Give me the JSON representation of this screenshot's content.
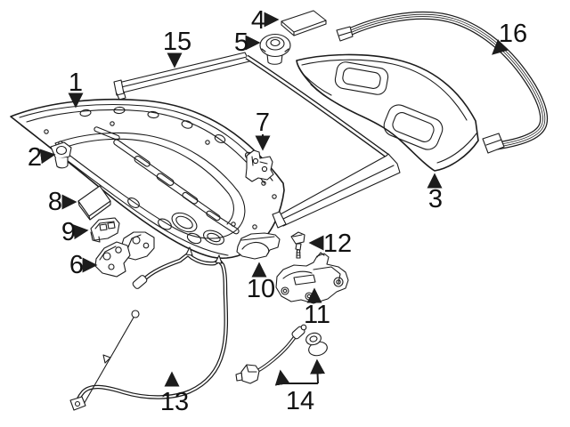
{
  "diagram": {
    "type": "exploded-parts-diagram",
    "subject": "vehicle trunk lid and components line drawing",
    "colors": {
      "background": "#ffffff",
      "line": "#1c1c1c",
      "label": "#111111"
    },
    "callouts": [
      {
        "number": "1",
        "points_to": "trunk-lid-inner-panel"
      },
      {
        "number": "2",
        "points_to": "bumper-stop"
      },
      {
        "number": "3",
        "points_to": "package-tray-panel"
      },
      {
        "number": "4",
        "points_to": "adhesive-pad"
      },
      {
        "number": "5",
        "points_to": "grommet"
      },
      {
        "number": "6",
        "points_to": "hinge-assembly"
      },
      {
        "number": "7",
        "points_to": "side-bracket"
      },
      {
        "number": "8",
        "points_to": "pad"
      },
      {
        "number": "9",
        "points_to": "clip"
      },
      {
        "number": "10",
        "points_to": "striker-bracket"
      },
      {
        "number": "11",
        "points_to": "lock-assembly"
      },
      {
        "number": "12",
        "points_to": "push-fastener"
      },
      {
        "number": "13",
        "points_to": "release-cable"
      },
      {
        "number": "14",
        "points_to": "switch-cable-and-plug"
      },
      {
        "number": "15",
        "points_to": "molding-strip"
      },
      {
        "number": "16",
        "points_to": "rear-seal-strip"
      }
    ]
  }
}
